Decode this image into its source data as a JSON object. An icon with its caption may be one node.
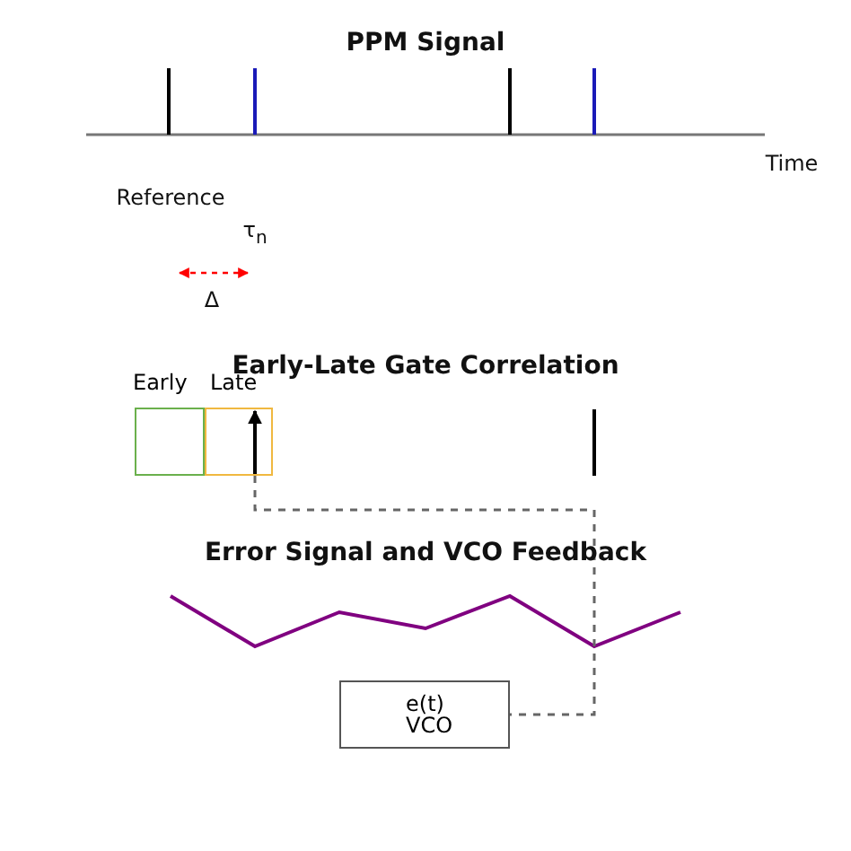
{
  "diagram": {
    "nodes": [
      {
        "text": [
          "Early"
        ]
      },
      {
        "text": [
          "Late"
        ]
      },
      {
        "text": [
          "e(t)",
          "VCO"
        ]
      }
    ],
    "edges": [
      {
        "from": 1,
        "to": 2,
        "arrow": "none",
        "style": "dashed"
      }
    ],
    "labels": [
      "PPM Signal",
      "Time",
      "Reference",
      "τ$_{n}$",
      "Δ",
      "Early-Late Gate Correlation",
      "Error Signal and VCO Feedback"
    ]
  }
}
